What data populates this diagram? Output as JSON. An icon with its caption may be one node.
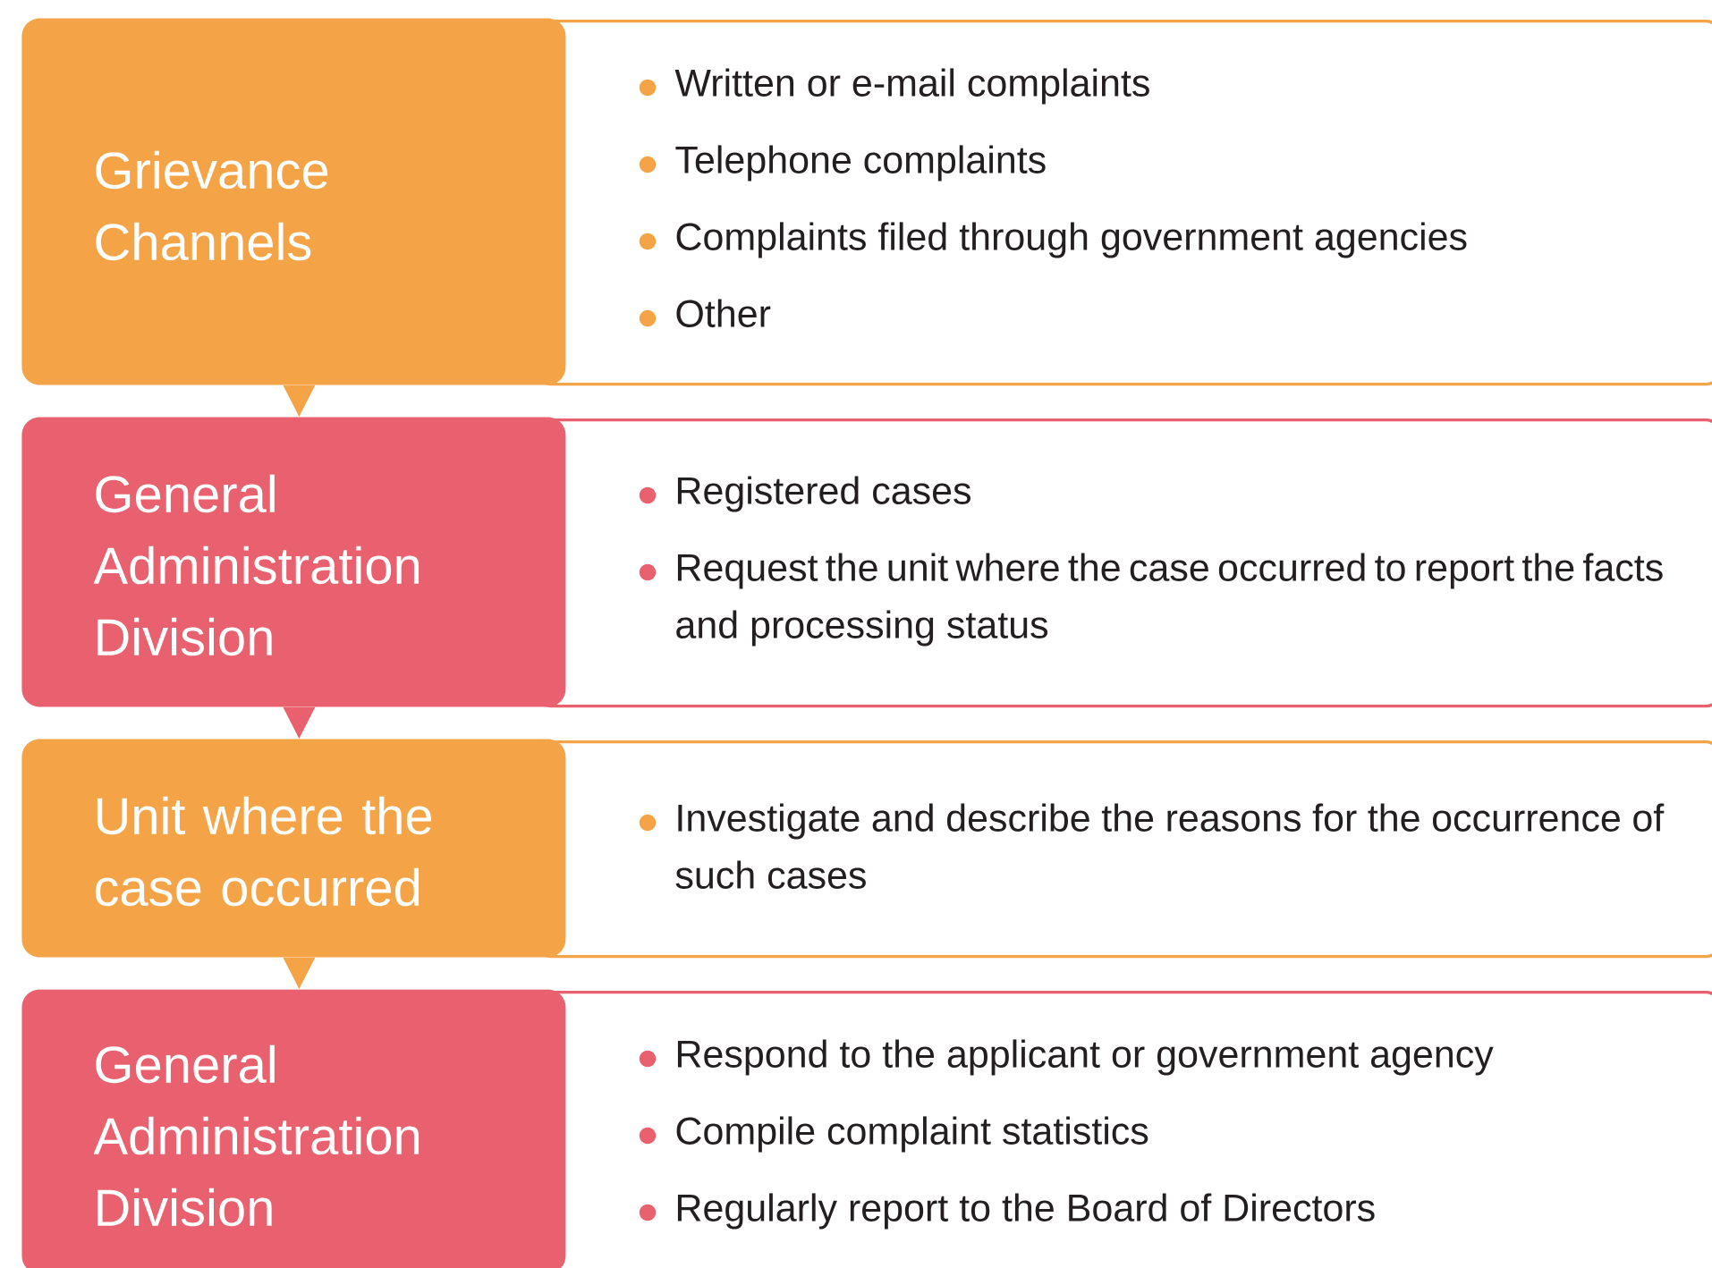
{
  "diagram": {
    "nodes": [
      {
        "text": [
          "Grievance Channels"
        ]
      },
      {
        "text": [
          "Written or e-mail complaints",
          "Telephone complaints",
          "Complaints filed through government agencies",
          "Other"
        ]
      },
      {
        "text": [
          "General Administration Division"
        ]
      },
      {
        "text": [
          "Registered cases",
          "Request the unit where the case occurred to report the facts and processing status"
        ]
      },
      {
        "text": [
          "Unit where the case occurred"
        ]
      },
      {
        "text": [
          "Investigate and describe the reasons for the occurrence of such cases"
        ]
      },
      {
        "text": [
          "General Administration Division"
        ]
      },
      {
        "text": [
          "Respond to the applicant or government agency",
          "Compile complaint statistics",
          "Regularly report to the Board of Directors"
        ]
      }
    ],
    "edges": [
      {
        "from": 0,
        "to": 2,
        "arrow": "to"
      },
      {
        "from": 2,
        "to": 4,
        "arrow": "to",
        "color": "#e9606e"
      },
      {
        "from": 4,
        "to": 6,
        "arrow": "to"
      }
    ]
  }
}
